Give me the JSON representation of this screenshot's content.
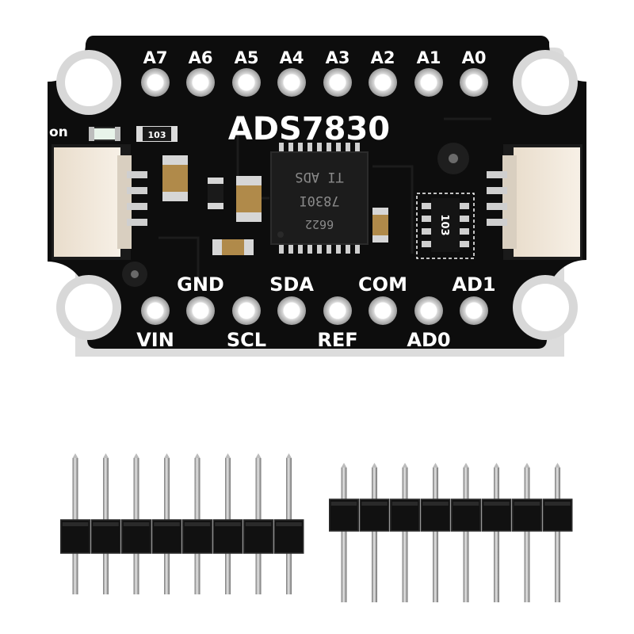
{
  "board": {
    "title": "ADS7830",
    "power_label": "on",
    "resistor_code_small": "103",
    "resistor_code_network": "103",
    "top_pins": [
      "A7",
      "A6",
      "A5",
      "A4",
      "A3",
      "A2",
      "A1",
      "A0"
    ],
    "bottom_row_upper_labels": [
      "GND",
      "SDA",
      "COM",
      "AD1"
    ],
    "bottom_row_lower_labels": [
      "VIN",
      "SCL",
      "REF",
      "AD0"
    ],
    "chip_lines": [
      "6622",
      "7830I",
      "TI ADS"
    ]
  },
  "headers": {
    "left_pin_count": 8,
    "right_pin_count": 8
  },
  "colors": {
    "pcb": "#0d0d0d",
    "silkscreen": "#ffffff",
    "pad_gold": "#c9c9c9",
    "connector": "#efe6da",
    "header_plastic": "#111111",
    "pin_metal": "#b8b8b8"
  }
}
